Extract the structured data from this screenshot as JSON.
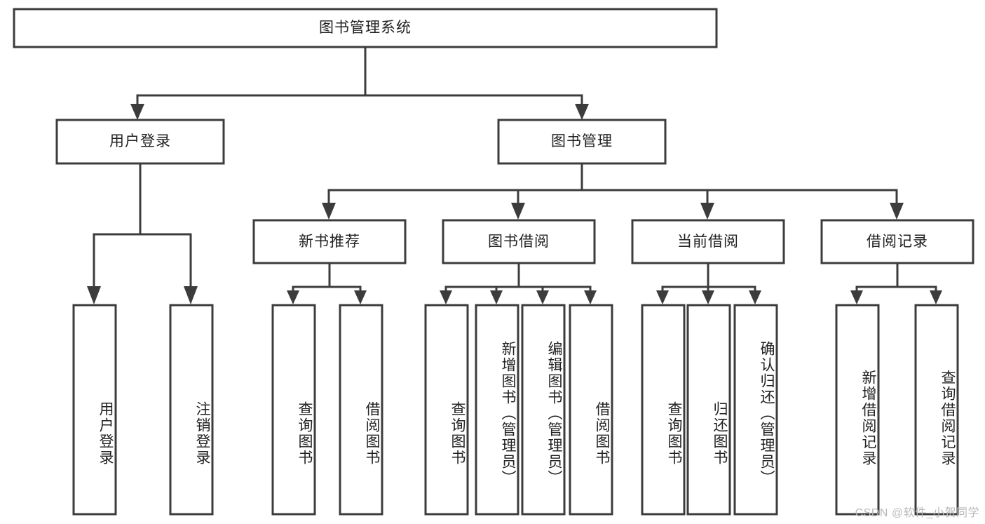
{
  "diagram": {
    "type": "tree-hierarchy",
    "title": "图书管理系统",
    "watermark": "CSDN @软件_小贺同学",
    "colors": {
      "stroke": "#3c3c3c",
      "box_fill": "#ffffff",
      "text": "#222222",
      "background": "#ffffff",
      "watermark": "#b9b9b9"
    },
    "levels": {
      "root": {
        "label": "图书管理系统",
        "orientation": "horizontal"
      },
      "level2": [
        {
          "id": "user-login",
          "label": "用户登录",
          "orientation": "horizontal"
        },
        {
          "id": "book-management",
          "label": "图书管理",
          "orientation": "horizontal"
        }
      ],
      "level3": [
        {
          "id": "new-book-recommend",
          "label": "新书推荐",
          "orientation": "horizontal",
          "parent": "book-management"
        },
        {
          "id": "book-borrow",
          "label": "图书借阅",
          "orientation": "horizontal",
          "parent": "book-management"
        },
        {
          "id": "current-borrow",
          "label": "当前借阅",
          "orientation": "horizontal",
          "parent": "book-management"
        },
        {
          "id": "borrow-record",
          "label": "借阅记录",
          "orientation": "horizontal",
          "parent": "book-management"
        }
      ],
      "leaves": [
        {
          "id": "leaf-user-login",
          "label": "用户登录",
          "orientation": "vertical",
          "parent": "user-login"
        },
        {
          "id": "leaf-logout-login",
          "label": "注销登录",
          "orientation": "vertical",
          "parent": "user-login"
        },
        {
          "id": "leaf-query-book-1",
          "label": "查询图书",
          "orientation": "vertical",
          "parent": "new-book-recommend"
        },
        {
          "id": "leaf-borrow-book-1",
          "label": "借阅图书",
          "orientation": "vertical",
          "parent": "new-book-recommend"
        },
        {
          "id": "leaf-query-book-2",
          "label": "查询图书",
          "orientation": "vertical",
          "parent": "book-borrow"
        },
        {
          "id": "leaf-add-book",
          "label": "新增图书（管理员）",
          "orientation": "vertical",
          "parent": "book-borrow"
        },
        {
          "id": "leaf-edit-book",
          "label": "编辑图书（管理员）",
          "orientation": "vertical",
          "parent": "book-borrow"
        },
        {
          "id": "leaf-borrow-book-2",
          "label": "借阅图书",
          "orientation": "vertical",
          "parent": "book-borrow"
        },
        {
          "id": "leaf-query-book-3",
          "label": "查询图书",
          "orientation": "vertical",
          "parent": "current-borrow"
        },
        {
          "id": "leaf-return-book",
          "label": "归还图书",
          "orientation": "vertical",
          "parent": "current-borrow"
        },
        {
          "id": "leaf-confirm-return",
          "label": "确认归还（管理员）",
          "orientation": "vertical",
          "parent": "current-borrow"
        },
        {
          "id": "leaf-add-record",
          "label": "新增借阅记录",
          "orientation": "vertical",
          "parent": "borrow-record"
        },
        {
          "id": "leaf-query-record",
          "label": "查询借阅记录",
          "orientation": "vertical",
          "parent": "borrow-record"
        }
      ]
    }
  }
}
